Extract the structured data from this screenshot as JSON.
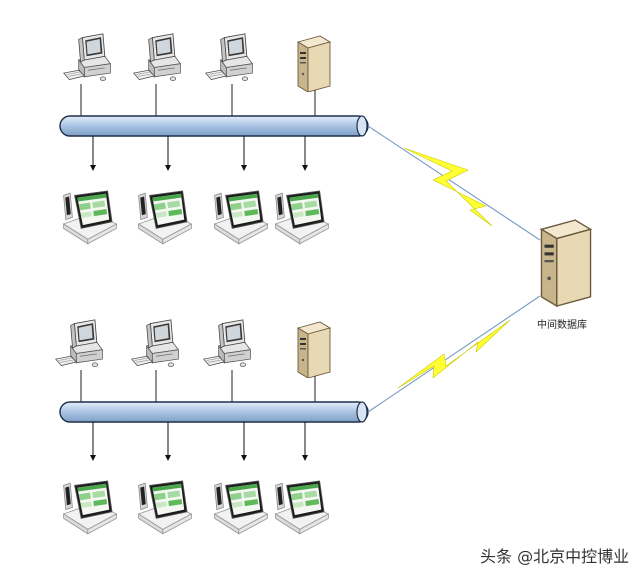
{
  "server": {
    "label": "中间数据库",
    "icon": "database-server-icon"
  },
  "watermark": {
    "text": "头条 @北京中控博业"
  },
  "groups": [
    {
      "bus": "network-bus",
      "nodes": [
        {
          "type": "desktop-computer",
          "icon": "desktop-computer-icon"
        },
        {
          "type": "desktop-computer",
          "icon": "desktop-computer-icon"
        },
        {
          "type": "desktop-computer",
          "icon": "desktop-computer-icon"
        },
        {
          "type": "server-tower",
          "icon": "server-tower-icon"
        }
      ],
      "terminals": [
        {
          "type": "pos-terminal",
          "icon": "pos-terminal-icon"
        },
        {
          "type": "pos-terminal",
          "icon": "pos-terminal-icon"
        },
        {
          "type": "pos-terminal",
          "icon": "pos-terminal-icon"
        },
        {
          "type": "pos-terminal",
          "icon": "pos-terminal-icon"
        }
      ]
    },
    {
      "bus": "network-bus",
      "nodes": [
        {
          "type": "desktop-computer",
          "icon": "desktop-computer-icon"
        },
        {
          "type": "desktop-computer",
          "icon": "desktop-computer-icon"
        },
        {
          "type": "desktop-computer",
          "icon": "desktop-computer-icon"
        },
        {
          "type": "server-tower",
          "icon": "server-tower-icon"
        }
      ],
      "terminals": [
        {
          "type": "pos-terminal",
          "icon": "pos-terminal-icon"
        },
        {
          "type": "pos-terminal",
          "icon": "pos-terminal-icon"
        },
        {
          "type": "pos-terminal",
          "icon": "pos-terminal-icon"
        },
        {
          "type": "pos-terminal",
          "icon": "pos-terminal-icon"
        }
      ]
    }
  ],
  "colors": {
    "bus_fill": "#bcd3ea",
    "bus_stroke": "#1f2f4a",
    "lightning": "#ffff33",
    "link_line": "#7a9bc7",
    "screen_green": "#5fb85a"
  }
}
